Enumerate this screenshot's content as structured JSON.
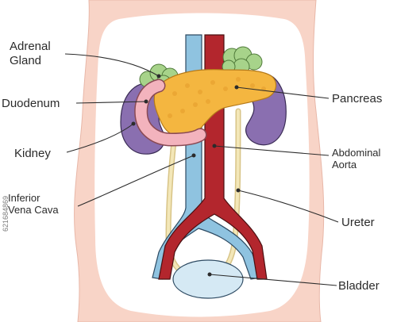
{
  "diagram": {
    "labels": {
      "adrenal_gland": [
        "Adrenal",
        "Gland"
      ],
      "duodenum": "Duodenum",
      "kidney": "Kidney",
      "inferior_vena_cava": [
        "Inferior",
        "Vena Cava"
      ],
      "pancreas": "Pancreas",
      "abdominal_aorta": [
        "Abdominal",
        "Aorta"
      ],
      "ureter": "Ureter",
      "bladder": "Bladder"
    },
    "colors": {
      "skin": "#f8d4c7",
      "body_inner": "#ffffff",
      "aorta": "#b3262d",
      "vena_cava": "#8fc3e0",
      "kidney": "#8a6fb0",
      "adrenal": "#a7d38a",
      "pancreas": "#f4b640",
      "duodenum": "#f3b3bd",
      "ureter": "#efe0a8",
      "bladder": "#d5e9f4",
      "leader_line": "#2b2b2b"
    }
  },
  "stock_id": "621684869"
}
